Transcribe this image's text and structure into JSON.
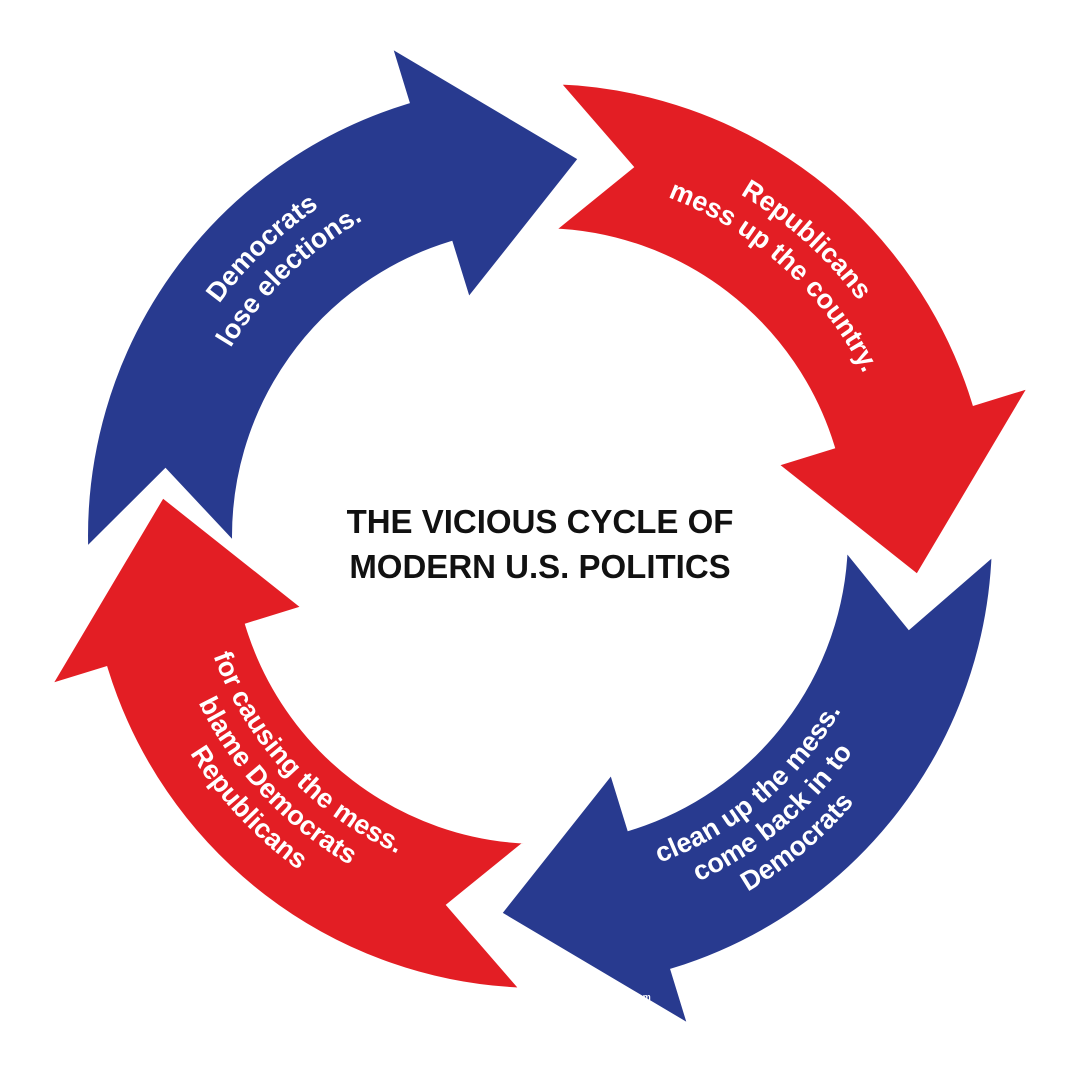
{
  "title": {
    "line1": "THE VICIOUS CYCLE OF",
    "line2": "MODERN U.S. POLITICS"
  },
  "steps": [
    {
      "id": "democrats-lose",
      "lines": [
        "Democrats",
        "lose elections."
      ],
      "color": "#283a8f"
    },
    {
      "id": "republicans-mess",
      "lines": [
        "Republicans",
        "mess up the country."
      ],
      "color": "#e31e24"
    },
    {
      "id": "democrats-clean",
      "lines": [
        "Democrats",
        "come back in to",
        "clean up the mess."
      ],
      "color": "#283a8f"
    },
    {
      "id": "republicans-blame",
      "lines": [
        "Republicans",
        "blame Democrats",
        "for causing the mess."
      ],
      "color": "#e31e24"
    }
  ],
  "credit": "@burma.gram",
  "colors": {
    "blue": "#283a8f",
    "red": "#e31e24",
    "background": "#ffffff"
  }
}
